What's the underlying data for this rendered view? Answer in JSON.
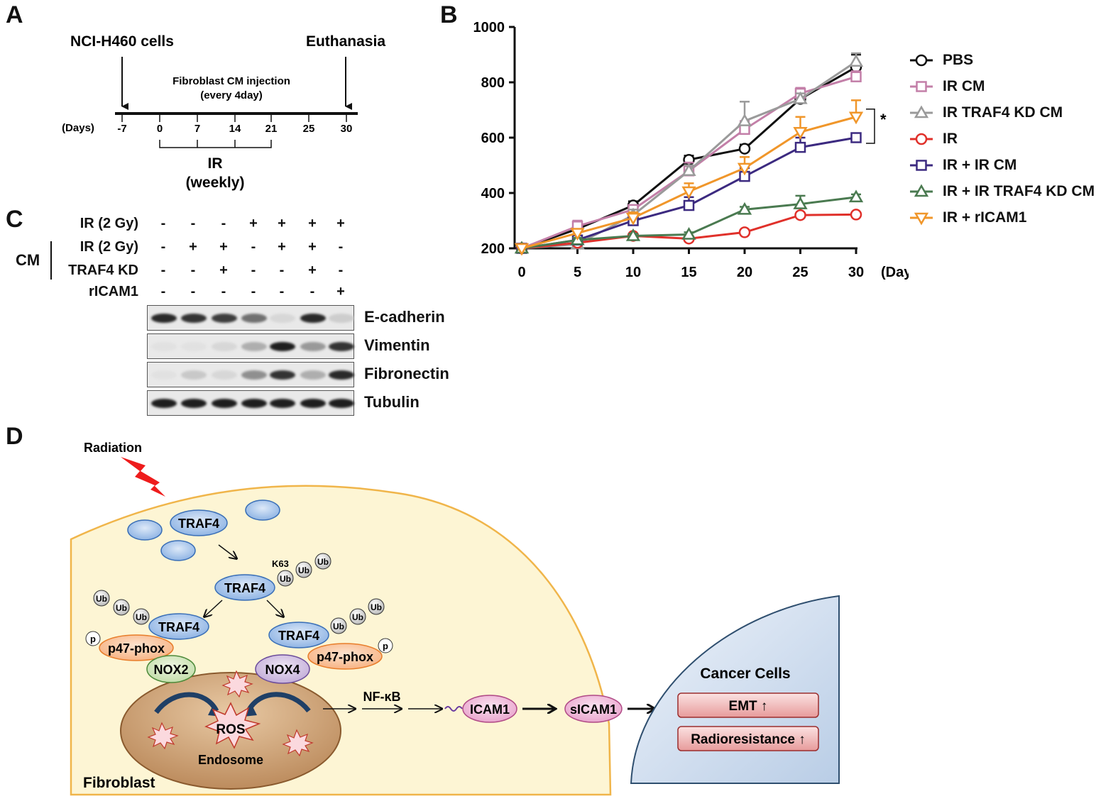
{
  "panels": {
    "a": "A",
    "b": "B",
    "c": "C",
    "d": "D"
  },
  "panel_a": {
    "left_label": "NCI-H460 cells",
    "right_label": "Euthanasia",
    "injection_line1": "Fibroblast CM injection",
    "injection_line2": "(every 4day)",
    "days_label": "(Days)",
    "ticks": [
      "-7",
      "0",
      "7",
      "14",
      "21",
      "25",
      "30"
    ],
    "ir_label": "IR",
    "ir_sub": "(weekly)"
  },
  "panel_c": {
    "conditions": [
      {
        "label": "IR (2 Gy)",
        "signs": [
          "-",
          "-",
          "-",
          "+",
          "+",
          "+",
          "+"
        ]
      },
      {
        "label": "IR (2 Gy)",
        "signs": [
          "-",
          "+",
          "+",
          "-",
          "+",
          "+",
          "-"
        ]
      },
      {
        "label": "TRAF4 KD",
        "signs": [
          "-",
          "-",
          "+",
          "-",
          "-",
          "+",
          "-"
        ]
      },
      {
        "label": "rICAM1",
        "signs": [
          "-",
          "-",
          "-",
          "-",
          "-",
          "-",
          "+"
        ]
      }
    ],
    "cm_label": "CM",
    "blots": [
      {
        "name": "E-cadherin",
        "intensities": [
          0.9,
          0.85,
          0.8,
          0.55,
          0.05,
          0.9,
          0.1
        ]
      },
      {
        "name": "Vimentin",
        "intensities": [
          0.0,
          0.0,
          0.05,
          0.25,
          0.95,
          0.35,
          0.85
        ]
      },
      {
        "name": "Fibronectin",
        "intensities": [
          0.0,
          0.12,
          0.05,
          0.4,
          0.85,
          0.25,
          0.9
        ]
      },
      {
        "name": "Tubulin",
        "intensities": [
          0.95,
          0.95,
          0.95,
          0.95,
          0.95,
          0.95,
          0.95
        ]
      }
    ]
  },
  "chart_data": {
    "type": "line",
    "x": [
      0,
      5,
      10,
      15,
      20,
      25,
      30
    ],
    "xlabel": "(Days)",
    "ylabel": "",
    "xlim": [
      0,
      30
    ],
    "ylim": [
      200,
      1000
    ],
    "yticks": [
      200,
      400,
      600,
      800,
      1000
    ],
    "significance": "*",
    "series": [
      {
        "name": "PBS",
        "color": "#111111",
        "marker": "circle",
        "values": [
          200,
          270,
          355,
          520,
          560,
          740,
          855
        ],
        "errors": [
          0,
          15,
          15,
          15,
          15,
          15,
          45
        ]
      },
      {
        "name": "IR CM",
        "color": "#c37fa8",
        "marker": "square",
        "values": [
          200,
          280,
          340,
          480,
          630,
          760,
          820
        ],
        "errors": [
          0,
          20,
          15,
          30,
          30,
          20,
          20
        ]
      },
      {
        "name": "IR TRAF4 KD CM",
        "color": "#9a9a9a",
        "marker": "triangle-up",
        "values": [
          200,
          215,
          320,
          480,
          660,
          740,
          875
        ],
        "errors": [
          0,
          10,
          20,
          20,
          70,
          20,
          30
        ]
      },
      {
        "name": "IR",
        "color": "#e0302a",
        "marker": "circle",
        "values": [
          200,
          220,
          245,
          235,
          258,
          320,
          322
        ],
        "errors": [
          0,
          8,
          8,
          8,
          8,
          25,
          8
        ]
      },
      {
        "name": "IR + IR CM",
        "color": "#3c2a80",
        "marker": "square",
        "values": [
          200,
          230,
          300,
          355,
          460,
          565,
          600
        ],
        "errors": [
          0,
          10,
          25,
          30,
          30,
          35,
          10
        ]
      },
      {
        "name": "IR + IR TRAF4 KD CM",
        "color": "#4a7a50",
        "marker": "triangle-up",
        "values": [
          200,
          230,
          245,
          250,
          340,
          360,
          385
        ],
        "errors": [
          0,
          8,
          8,
          8,
          10,
          30,
          10
        ]
      },
      {
        "name": "IR + rICAM1",
        "color": "#f0962a",
        "marker": "triangle-down",
        "values": [
          200,
          255,
          310,
          405,
          490,
          620,
          675
        ],
        "errors": [
          0,
          15,
          20,
          30,
          40,
          55,
          60
        ]
      }
    ]
  },
  "panel_d": {
    "radiation": "Radiation",
    "traf4": "TRAF4",
    "ub": "Ub",
    "k63": "K63",
    "p": "p",
    "p47": "p47-phox",
    "nox2": "NOX2",
    "nox4": "NOX4",
    "ros": "ROS",
    "endosome": "Endosome",
    "fibroblast": "Fibroblast",
    "nfkb": "NF-κB",
    "icam1": "ICAM1",
    "sicam1": "sICAM1",
    "cancer_cells": "Cancer Cells",
    "emt": "EMT ↑",
    "radioresistance": "Radioresistance ↑"
  }
}
